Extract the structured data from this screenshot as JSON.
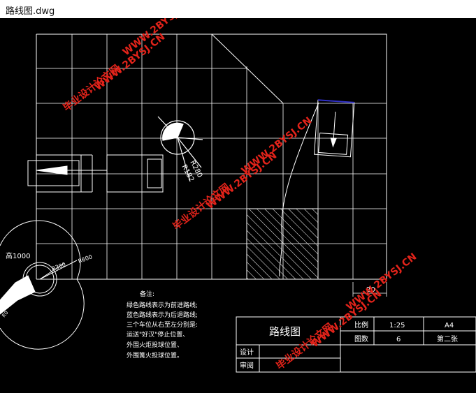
{
  "window": {
    "title": "路线图.dwg"
  },
  "drawing": {
    "notes": {
      "heading": "备注:",
      "lines": [
        "绿色路线表示为前进路线;",
        "蓝色路线表示为后退路线;",
        "三个车位从右至左分别是:",
        "运送\"好汉\"停止位置、",
        "外围火炬投球位置、",
        "外围篝火投球位置。"
      ]
    },
    "dimensions": {
      "top_width": "20",
      "radius_a": "R280",
      "radius_b": "R182",
      "circle_height": "高1000",
      "r_small": "R300",
      "r_large": "R600",
      "r_corner": "R0"
    },
    "title_block": {
      "drawing_name": "路线图",
      "scale_label": "比例",
      "scale_value": "1:25",
      "paper": "A4",
      "sheet_count_label": "图数",
      "sheet_count_value": "6",
      "sheet_index": "第二张",
      "design_label": "设计",
      "review_label": "审阅"
    },
    "watermarks": [
      "毕业设计论文网",
      "WWW.2BYSJ.CN"
    ]
  },
  "colors": {
    "lines": "#ffffff",
    "background": "#000000",
    "watermark": "#e2231a",
    "blue_path": "#3030c8"
  }
}
